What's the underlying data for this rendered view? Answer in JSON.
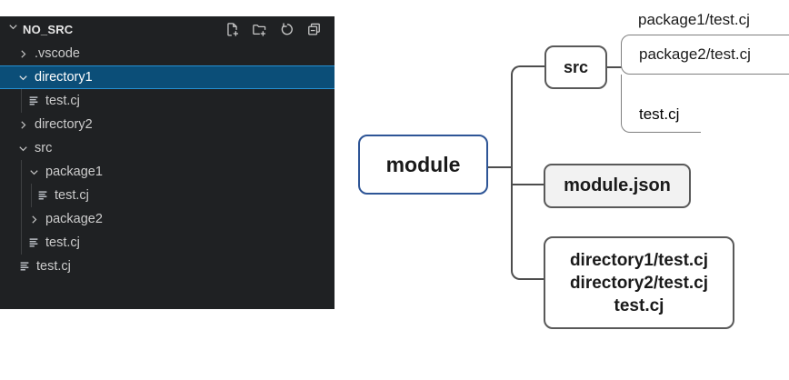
{
  "explorer": {
    "title": "NO_SRC",
    "action_icons": [
      "new-file-icon",
      "new-folder-icon",
      "refresh-icon",
      "collapse-all-icon"
    ],
    "items": [
      {
        "label": ".vscode",
        "type": "folder",
        "state": "collapsed",
        "level": 1
      },
      {
        "label": "directory1",
        "type": "folder",
        "state": "expanded",
        "level": 1,
        "selected": true
      },
      {
        "label": "test.cj",
        "type": "file",
        "level": 2
      },
      {
        "label": "directory2",
        "type": "folder",
        "state": "collapsed",
        "level": 1
      },
      {
        "label": "src",
        "type": "folder",
        "state": "expanded",
        "level": 1
      },
      {
        "label": "package1",
        "type": "folder",
        "state": "expanded",
        "level": 2
      },
      {
        "label": "test.cj",
        "type": "file",
        "level": 3
      },
      {
        "label": "package2",
        "type": "folder",
        "state": "collapsed",
        "level": 2
      },
      {
        "label": "test.cj",
        "type": "file",
        "level": 2
      },
      {
        "label": "test.cj",
        "type": "file",
        "level": 1
      }
    ],
    "colors": {
      "background": "#1f2123",
      "text": "#cccccc",
      "selection_background": "#0b4e78",
      "selection_border": "#2590d2"
    }
  },
  "diagram": {
    "root_label": "module",
    "src_node": {
      "label": "src",
      "children": [
        "package1/test.cj",
        "package2/test.cj",
        "test.cj"
      ]
    },
    "module_json_label": "module.json",
    "directory_node_lines": [
      "directory1/test.cj",
      "directory2/test.cj",
      "test.cj"
    ],
    "colors": {
      "root_border": "#2e5596",
      "box_border": "#595959",
      "child_border": "#7f7f7f",
      "connector_line": "#4d4d4d",
      "module_json_fill": "#f2f2f2"
    }
  }
}
